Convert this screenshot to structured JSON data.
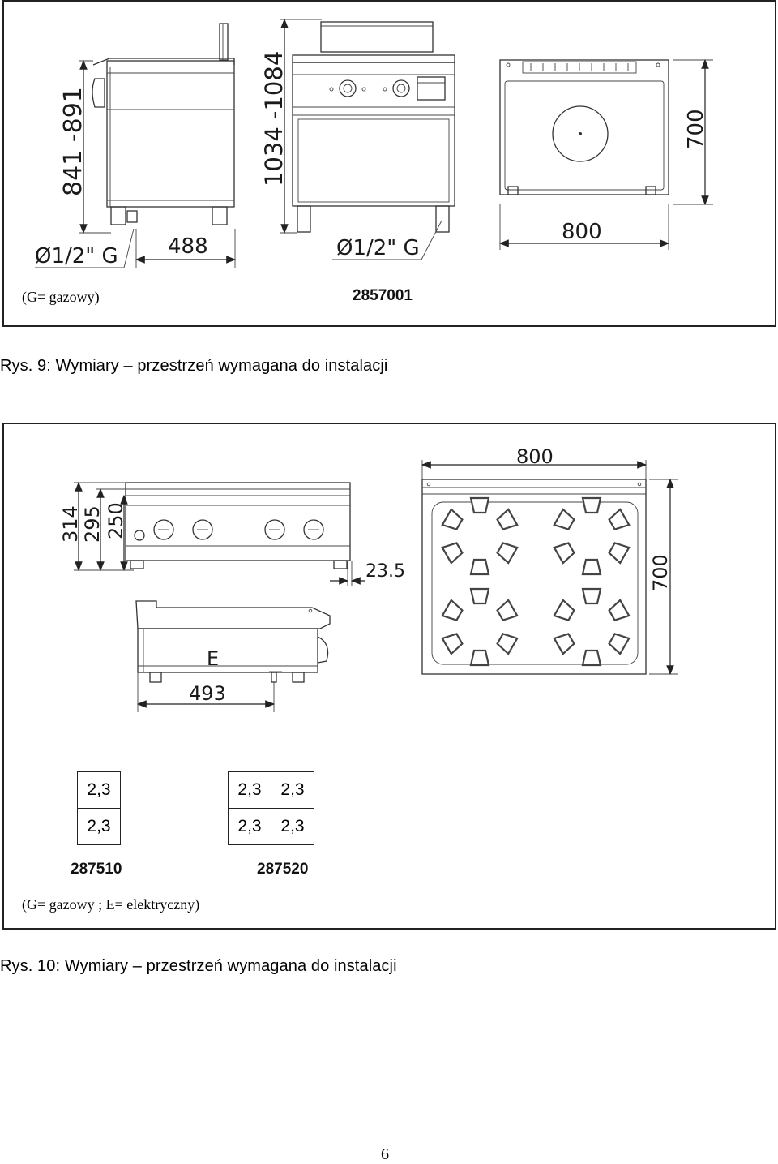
{
  "figure1": {
    "dims": {
      "height_range_side": "841 -891",
      "height_range_front": "1034 -1084",
      "depth_side": "488",
      "gas_conn_side": "Ø1/2\" G",
      "gas_conn_front": "Ø1/2\" G",
      "width_top": "800",
      "depth_top": "700"
    },
    "legend_note": "(G= gazowy)",
    "model_code": "2857001",
    "caption": "Rys. 9: Wymiary – przestrzeń wymagana do instalacji"
  },
  "figure2": {
    "dims": {
      "h314": "314",
      "h295": "295",
      "h250": "250",
      "offset": "23.5",
      "width_top": "800",
      "depth_top": "700",
      "depth_side": "493",
      "elec_label": "E"
    },
    "power_table_1": {
      "rows": [
        [
          "2,3"
        ],
        [
          "2,3"
        ]
      ],
      "code": "287510"
    },
    "power_table_2": {
      "rows": [
        [
          "2,3",
          "2,3"
        ],
        [
          "2,3",
          "2,3"
        ]
      ],
      "code": "287520"
    },
    "legend_note": "(G= gazowy ; E= elektryczny)",
    "caption": "Rys. 10: Wymiary – przestrzeń wymagana do instalacji"
  },
  "page_number": "6"
}
